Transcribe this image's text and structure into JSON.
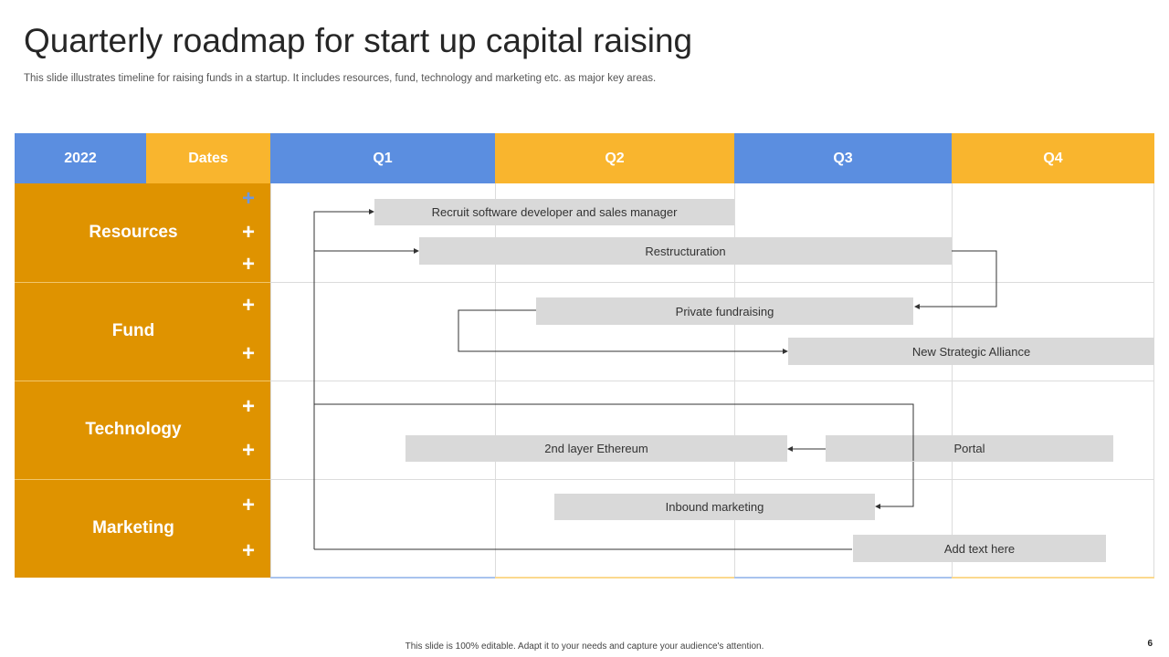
{
  "header": {
    "title": "Quarterly roadmap for start up capital raising",
    "subtitle": "This slide illustrates timeline for raising funds in a startup. It includes resources, fund, technology and marketing etc. as major key areas."
  },
  "table": {
    "year": "2022",
    "dates_label": "Dates",
    "quarters": [
      "Q1",
      "Q2",
      "Q3",
      "Q4"
    ],
    "rows": [
      "Resources",
      "Fund",
      "Technology",
      "Marketing"
    ]
  },
  "tasks": {
    "recruit": "Recruit software developer and sales manager",
    "restructuration": "Restructuration",
    "private_fundraising": "Private fundraising",
    "strategic_alliance": "New Strategic Alliance",
    "ethereum": "2nd layer Ethereum",
    "portal": "Portal",
    "inbound": "Inbound marketing",
    "add_text": "Add text here"
  },
  "footer": {
    "note": "This slide is 100% editable. Adapt it to your needs and capture your audience's attention.",
    "page": "6"
  },
  "colors": {
    "blue": "#5b8ee0",
    "yellow": "#f9b52e",
    "orange": "#df9300",
    "bar": "#d9d9d9"
  }
}
